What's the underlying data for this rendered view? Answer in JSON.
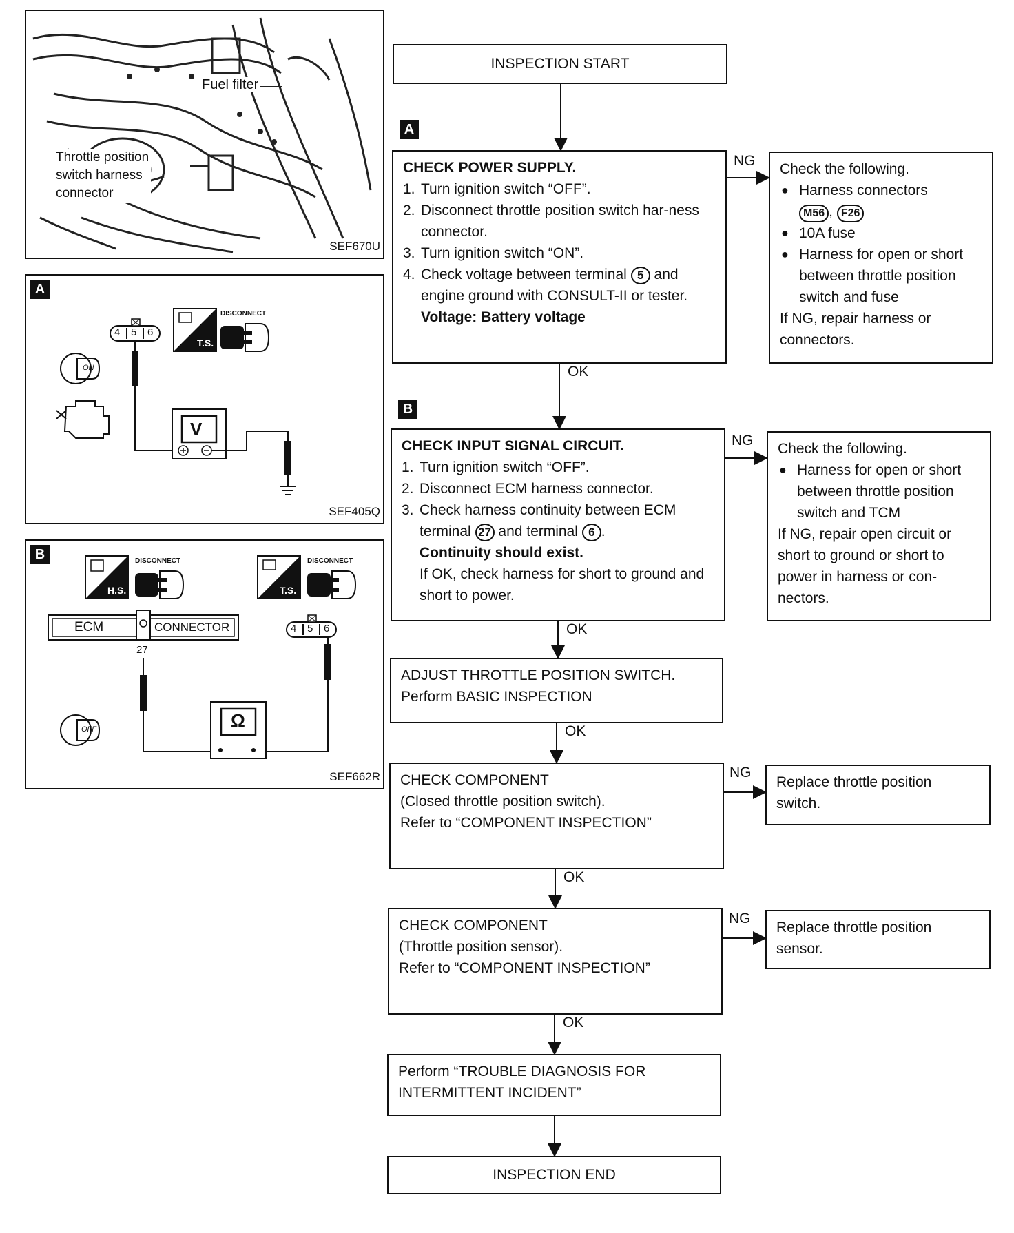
{
  "figures": {
    "photo": {
      "fuel_filter": "Fuel filter",
      "throttle_label_1": "Throttle position",
      "throttle_label_2": "switch harness",
      "throttle_label_3": "connector",
      "code": "SEF670U"
    },
    "fig_a": {
      "tag": "A",
      "code": "SEF405Q",
      "pins": [
        "4",
        "5",
        "6"
      ],
      "ts": "T.S.",
      "disconnect": "DISCONNECT",
      "meter": "V",
      "key": "ON"
    },
    "fig_b": {
      "tag": "B",
      "code": "SEF662R",
      "hs": "H.S.",
      "ts": "T.S.",
      "disconnect_1": "DISCONNECT",
      "disconnect_2": "DISCONNECT",
      "ecm": "ECM",
      "connector": "CONNECTOR",
      "pin27": "27",
      "pins": [
        "4",
        "5",
        "6"
      ],
      "meter": "Ω",
      "key": "OFF"
    }
  },
  "flow": {
    "start": "INSPECTION START",
    "tag_a": "A",
    "tag_b": "B",
    "step_a": {
      "title": "CHECK POWER SUPPLY.",
      "items": [
        {
          "n": "1.",
          "text": "Turn ignition switch “OFF”."
        },
        {
          "n": "2.",
          "text": "Disconnect throttle position switch har-ness connector."
        },
        {
          "n": "3.",
          "text": "Turn ignition switch “ON”."
        },
        {
          "n": "4.",
          "text_before": "Check voltage between terminal",
          "terminal": "5",
          "text_after": "and engine ground with CONSULT-II or tester."
        }
      ],
      "result": "Voltage: Battery voltage"
    },
    "ng_a": {
      "label": "NG",
      "intro": "Check the following.",
      "b1": "Harness connectors",
      "conn1": "M56",
      "sep": ",",
      "conn2": "F26",
      "b2": "10A fuse",
      "b3": "Harness for open or short between throttle position switch and fuse",
      "outro": "If NG, repair harness or connectors."
    },
    "ok": "OK",
    "step_b": {
      "title": "CHECK INPUT SIGNAL CIRCUIT.",
      "items": [
        {
          "n": "1.",
          "text": "Turn ignition switch “OFF”."
        },
        {
          "n": "2.",
          "text": "Disconnect ECM harness connector."
        },
        {
          "n": "3.",
          "text_before": "Check harness continuity between ECM terminal",
          "t1": "27",
          "mid": "and terminal",
          "t2": "6",
          "end": "."
        }
      ],
      "result": "Continuity should exist.",
      "note": "If OK, check harness for short to ground and short to power."
    },
    "ng_b": {
      "label": "NG",
      "intro": "Check the following.",
      "b1": "Harness for open or short between throttle position switch and TCM",
      "outro": "If NG, repair open circuit or short to ground or short to power in harness or con-nectors."
    },
    "adjust": {
      "line1": "ADJUST THROTTLE POSITION SWITCH.",
      "line2": "Perform BASIC INSPECTION"
    },
    "comp1": {
      "line1": "CHECK COMPONENT",
      "line2": "(Closed throttle position switch).",
      "line3": "Refer to “COMPONENT INSPECTION”"
    },
    "ng_c1": {
      "label": "NG",
      "text": "Replace throttle position switch."
    },
    "comp2": {
      "line1": "CHECK COMPONENT",
      "line2": "(Throttle position sensor).",
      "line3": "Refer to “COMPONENT INSPECTION”"
    },
    "ng_c2": {
      "label": "NG",
      "text": "Replace throttle position sensor."
    },
    "trouble": {
      "line1": "Perform “TROUBLE DIAGNOSIS FOR",
      "line2": "INTERMITTENT INCIDENT”"
    },
    "end": "INSPECTION END"
  }
}
